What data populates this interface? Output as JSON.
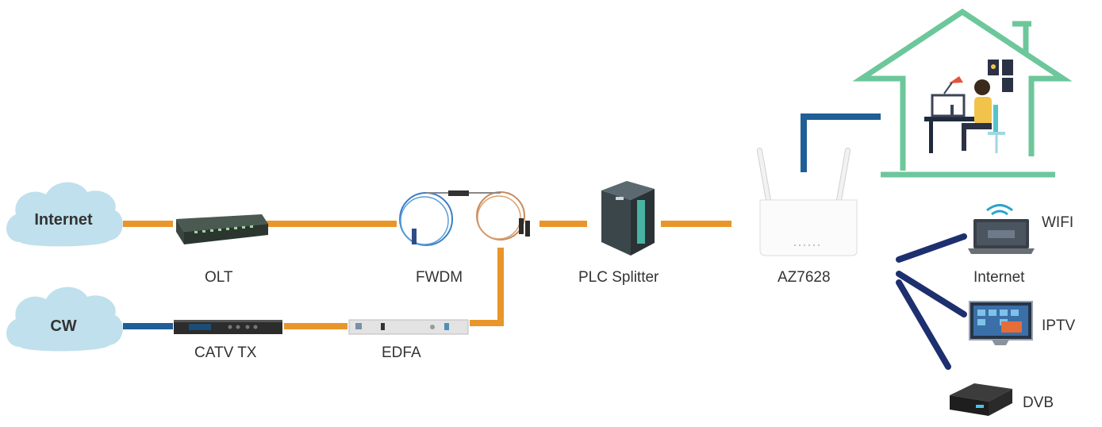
{
  "clouds": {
    "internet": "Internet",
    "cw": "CW"
  },
  "devices": {
    "olt": "OLT",
    "fwdm": "FWDM",
    "plc_splitter": "PLC Splitter",
    "router": "AZ7628",
    "catv_tx": "CATV TX",
    "edfa": "EDFA"
  },
  "endpoints": {
    "wifi": "WIFI",
    "internet": "Internet",
    "iptv": "IPTV",
    "dvb": "DVB"
  },
  "colors": {
    "fiber": "#e8962a",
    "coax": "#1f5e96",
    "ethernet": "#1d2f6e",
    "house": "#6cc79a",
    "cloud": "#bfe0ec"
  }
}
